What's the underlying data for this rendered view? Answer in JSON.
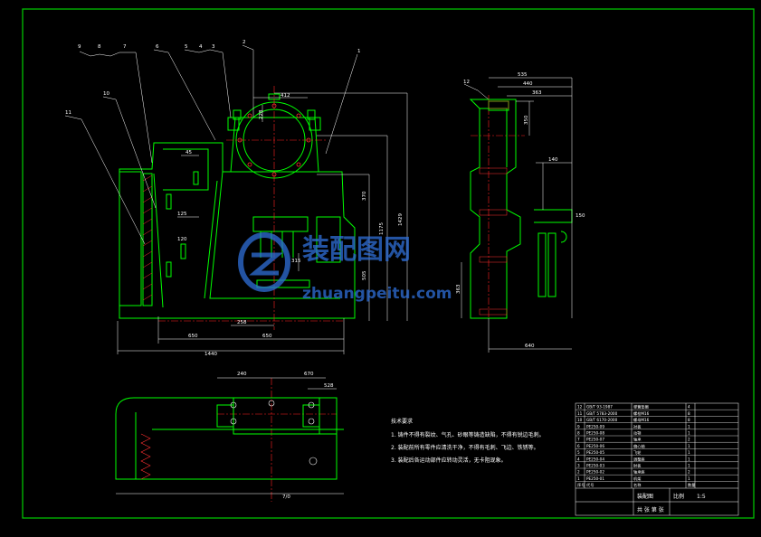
{
  "drawing": {
    "colors": {
      "background": "#000000",
      "frame": "#00c000",
      "outline": "#00ff00",
      "dimension": "#ffffff",
      "centerline": "#ff2020",
      "hatch": "#ff3030",
      "watermark": "#2f6fd8"
    },
    "watermark": {
      "cn": "装配图网",
      "url": "zhuangpeitu.com"
    },
    "part_numbers": [
      "9",
      "8",
      "7",
      "6",
      "5",
      "4",
      "3",
      "2",
      "1",
      "10",
      "11",
      "12"
    ],
    "front_dims": [
      "412",
      "228",
      "1429",
      "1175",
      "505",
      "370",
      "258",
      "650",
      "650",
      "1440",
      "315",
      "125",
      "45",
      "120"
    ],
    "side_dims": [
      "535",
      "440",
      "363",
      "350",
      "140",
      "150",
      "363",
      "640"
    ],
    "top_dims": [
      "240",
      "670",
      "528",
      "7/0"
    ],
    "notes": {
      "title": "技术要求",
      "items": [
        "1. 铸件不得有裂纹、气孔、砂眼等铸造缺陷，不得有锐边毛刺。",
        "2. 装配前所有零件应清洗干净，不得有毛刺、飞边、铁锈等。",
        "3. 装配后各运动部件应转动灵活，无卡阻现象。"
      ]
    },
    "title_block": {
      "rows": [
        [
          "12",
          "GB/T 93-1987",
          "弹簧垫圈",
          "4"
        ],
        [
          "11",
          "GB/T 5783-2000",
          "螺栓M16",
          "8"
        ],
        [
          "10",
          "GB/T 6170-2000",
          "螺母M16",
          "8"
        ],
        [
          "9",
          "PE250-09",
          "衬板",
          "1"
        ],
        [
          "8",
          "PE250-08",
          "动颚",
          "1"
        ],
        [
          "7",
          "PE250-07",
          "轴承",
          "2"
        ],
        [
          "6",
          "PE250-06",
          "偏心轴",
          "1"
        ],
        [
          "5",
          "PE250-05",
          "飞轮",
          "1"
        ],
        [
          "4",
          "PE250-04",
          "调整座",
          "1"
        ],
        [
          "3",
          "PE250-03",
          "肘板",
          "1"
        ],
        [
          "2",
          "PE250-02",
          "轴承座",
          "2"
        ],
        [
          "1",
          "PE250-01",
          "机架",
          "1"
        ]
      ],
      "header": [
        "序号",
        "代号",
        "名称",
        "数量"
      ],
      "name_cell": "装配图",
      "scale_label": "比例",
      "scale_value": "1:5",
      "footer": "共 张 第 张"
    }
  }
}
